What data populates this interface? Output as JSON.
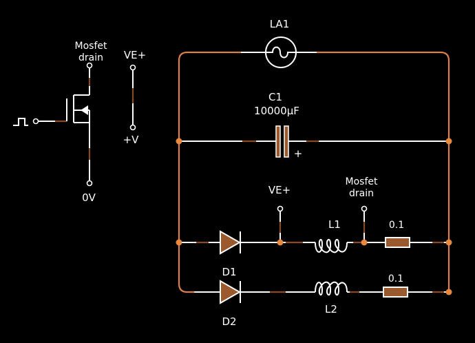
{
  "labels": {
    "lamp": "LA1",
    "capacitor": "C1",
    "capacitance": "10000µF",
    "cap_plus": "+",
    "mosfet_drain_left_1": "Mosfet",
    "mosfet_drain_left_2": "drain",
    "ve_plus_left": "VE+",
    "plus_v": "+V",
    "zero_v": "0V",
    "ve_plus_mid": "VE+",
    "mosfet_drain_mid_1": "Mosfet",
    "mosfet_drain_mid_2": "drain",
    "inductor1": "L1",
    "inductor2": "L2",
    "resistor1": "0.1",
    "resistor2": "0.1",
    "diode1": "D1",
    "diode2": "D2"
  },
  "colors": {
    "background": "#000000",
    "wire": "#ffffff",
    "loop_wire": "#d9824a",
    "node": "#e6893f",
    "component_fill": "#9a5a2e"
  }
}
